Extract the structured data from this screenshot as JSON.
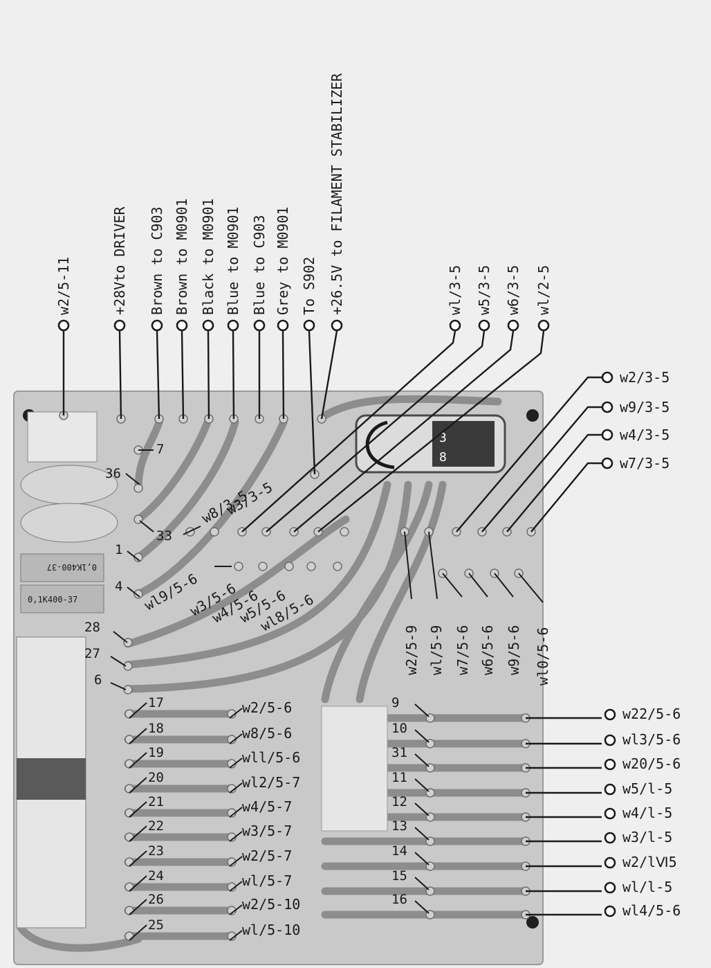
{
  "top_terminals": [
    {
      "label": "w2/5-11"
    },
    {
      "label": "+28Vto DRIVER"
    },
    {
      "label": "Brown to C903"
    },
    {
      "label": "Brown to M0901"
    },
    {
      "label": "Black to M0901"
    },
    {
      "label": "Blue to M0901"
    },
    {
      "label": "Blue to C903"
    },
    {
      "label": "Grey to M0901"
    },
    {
      "label": "To S902"
    },
    {
      "label": "+26.5V to FILAMENT STABILIZER"
    },
    {
      "label": "wl/3-5"
    },
    {
      "label": "w5/3-5"
    },
    {
      "label": "w6/3-5"
    },
    {
      "label": "wl/2-5"
    }
  ],
  "right_top_terminals": [
    {
      "label": "w2/3-5"
    },
    {
      "label": "w9/3-5"
    },
    {
      "label": "w4/3-5"
    },
    {
      "label": "w7/3-5"
    }
  ],
  "right_bottom_terminals": [
    {
      "label": "w22/5-6"
    },
    {
      "label": "wl3/5-6"
    },
    {
      "label": "w20/5-6"
    },
    {
      "label": "w5/l-5"
    },
    {
      "label": "w4/l-5"
    },
    {
      "label": "w3/l-5"
    },
    {
      "label": "w2/lⅥ5"
    },
    {
      "label": "wl/l-5"
    },
    {
      "label": "wl4/5-6"
    }
  ],
  "left_pins": [
    {
      "label": "7"
    },
    {
      "label": "36"
    },
    {
      "label": "33"
    },
    {
      "label": "1"
    },
    {
      "label": "4"
    },
    {
      "label": "28"
    },
    {
      "label": "27"
    },
    {
      "label": "6"
    }
  ],
  "left_row_numbers": [
    {
      "label": "17"
    },
    {
      "label": "18"
    },
    {
      "label": "19"
    },
    {
      "label": "20"
    },
    {
      "label": "21"
    },
    {
      "label": "22"
    },
    {
      "label": "23"
    },
    {
      "label": "24"
    },
    {
      "label": "26"
    },
    {
      "label": "25"
    }
  ],
  "middle_row_labels": [
    {
      "label": "w2/5-6"
    },
    {
      "label": "w8/5-6"
    },
    {
      "label": "wll/5-6"
    },
    {
      "label": "wl2/5-7"
    },
    {
      "label": "w4/5-7"
    },
    {
      "label": "w3/5-7"
    },
    {
      "label": "w2/5-7"
    },
    {
      "label": "wl/5-7"
    },
    {
      "label": "w2/5-10"
    },
    {
      "label": "wl/5-10"
    }
  ],
  "right_row_numbers": [
    {
      "label": "9"
    },
    {
      "label": "10"
    },
    {
      "label": "31"
    },
    {
      "label": "11"
    },
    {
      "label": "12"
    },
    {
      "label": "13"
    },
    {
      "label": "14"
    },
    {
      "label": "15"
    },
    {
      "label": "16"
    }
  ],
  "board_labels": {
    "top_row": [
      {
        "label": "w8/3-5"
      },
      {
        "label": "w3/3-5"
      }
    ],
    "lower_row": [
      {
        "label": "wl9/5-6"
      },
      {
        "label": "w3/5-6"
      },
      {
        "label": "w4/5-6"
      },
      {
        "label": "w5/5-6"
      },
      {
        "label": "wl8/5-6"
      }
    ],
    "bottom_row": [
      {
        "label": "w2/5-9"
      },
      {
        "label": "wl/5-9"
      },
      {
        "label": "w7/5-6"
      },
      {
        "label": "w6/5-6"
      },
      {
        "label": "w9/5-6"
      },
      {
        "label": "wl0/5-6"
      }
    ]
  },
  "components": {
    "capacitor_1": "0,1K400-37",
    "capacitor_2": "0,1K400-37",
    "relay_mark_1": "3",
    "relay_mark_2": "8"
  },
  "colors": {
    "ink": "#1a1a1a",
    "board": "#c9c9c9",
    "paper": "#efefef",
    "trace": "#8d8d8d"
  }
}
